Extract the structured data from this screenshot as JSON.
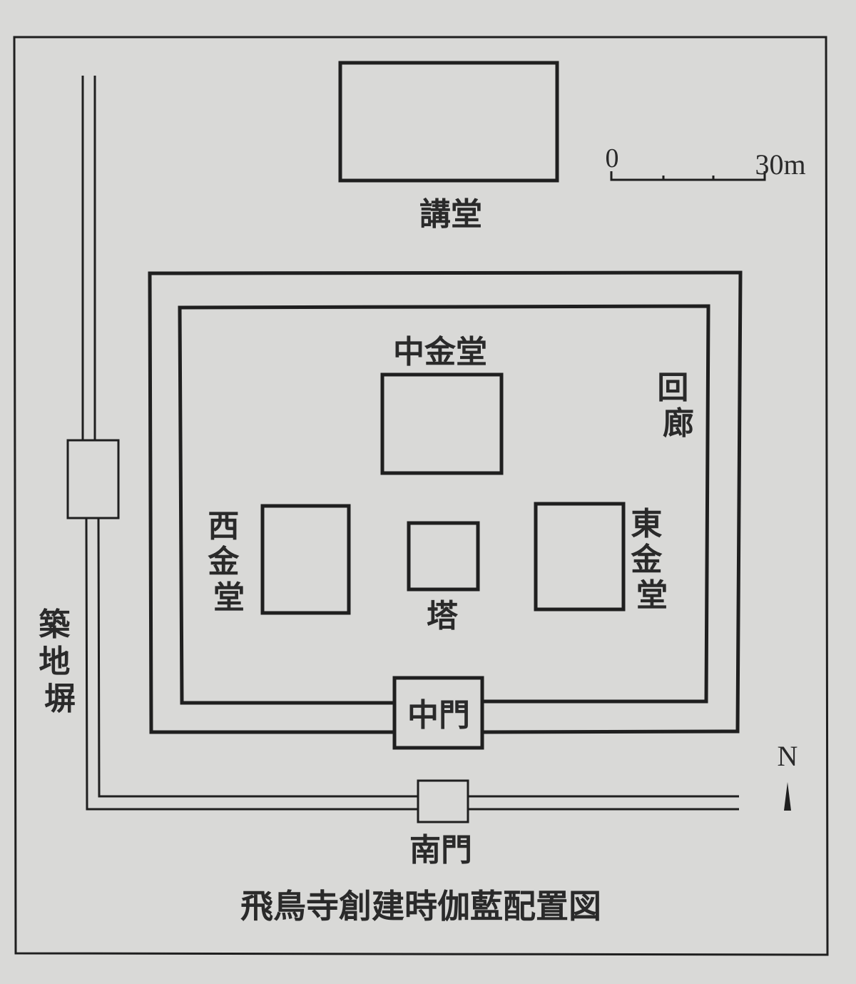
{
  "diagram": {
    "title": "飛鳥寺創建時伽藍配置図",
    "labels": {
      "lecture_hall": "講堂",
      "middle_golden_hall": "中金堂",
      "corridor": "回廊",
      "west_golden_hall": "西金堂",
      "east_golden_hall": "東金堂",
      "pagoda": "塔",
      "middle_gate": "中門",
      "south_gate": "南門",
      "earthen_wall": "築地塀"
    },
    "scale": {
      "start": "0",
      "end": "30m"
    },
    "north": "N"
  },
  "colors": {
    "background": "#d9d9d7",
    "line": "#1f1f1f",
    "text": "#2a2a2a"
  }
}
